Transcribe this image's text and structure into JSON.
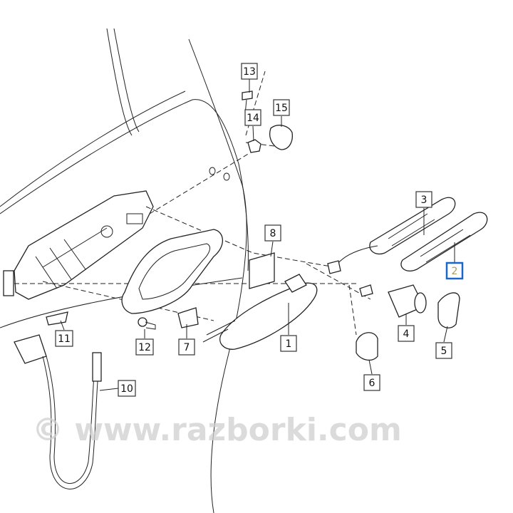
{
  "diagram": {
    "title": "Door handle assembly parts diagram",
    "callouts": [
      {
        "id": "13",
        "label": "13"
      },
      {
        "id": "14",
        "label": "14"
      },
      {
        "id": "15",
        "label": "15"
      },
      {
        "id": "3",
        "label": "3"
      },
      {
        "id": "2",
        "label": "2",
        "highlighted": true
      },
      {
        "id": "8",
        "label": "8"
      },
      {
        "id": "11",
        "label": "11"
      },
      {
        "id": "12",
        "label": "12"
      },
      {
        "id": "7",
        "label": "7"
      },
      {
        "id": "1",
        "label": "1"
      },
      {
        "id": "4",
        "label": "4"
      },
      {
        "id": "5",
        "label": "5"
      },
      {
        "id": "6",
        "label": "6"
      },
      {
        "id": "10",
        "label": "10"
      }
    ],
    "highlight_color": "#1a66c9",
    "watermark": "© www.razborki.com"
  }
}
